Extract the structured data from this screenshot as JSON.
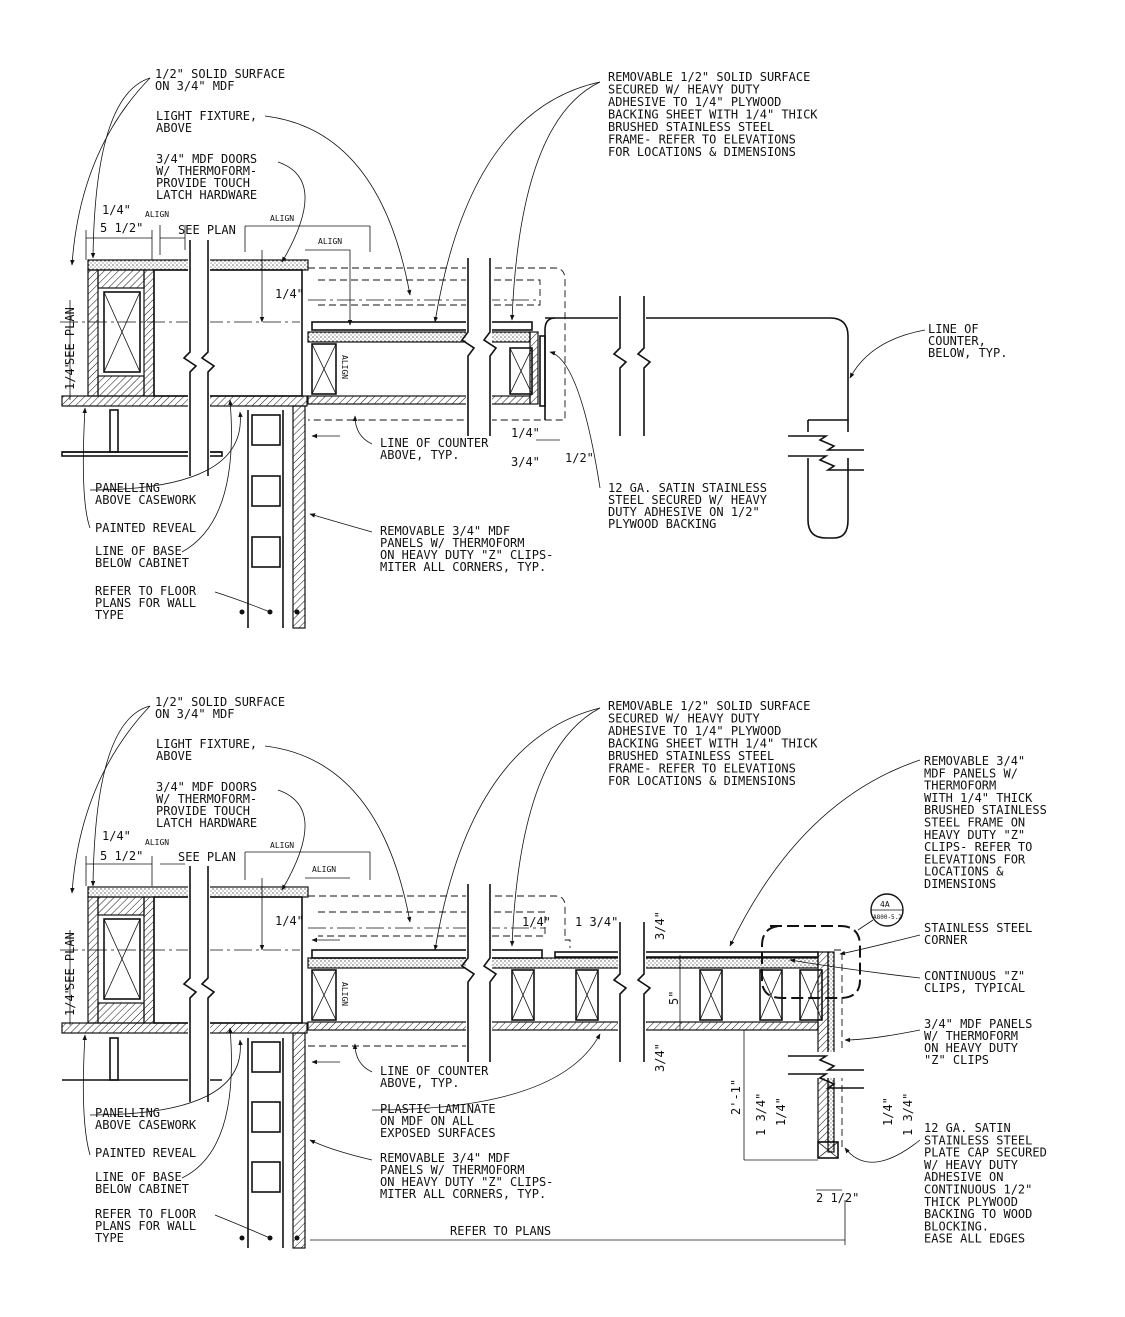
{
  "top_detail": {
    "labels": {
      "solid_surface": [
        "1/2\" SOLID SURFACE",
        "ON 3/4\" MDF"
      ],
      "light_fixture": [
        "LIGHT FIXTURE,",
        "ABOVE"
      ],
      "mdf_doors": [
        "3/4\" MDF DOORS",
        "W/ THERMOFORM-",
        "PROVIDE TOUCH",
        "LATCH HARDWARE"
      ],
      "removable_solid": [
        "REMOVABLE 1/2\" SOLID SURFACE",
        "SECURED W/ HEAVY DUTY",
        "ADHESIVE TO 1/4\" PLYWOOD",
        "BACKING SHEET WITH 1/4\" THICK",
        "BRUSHED STAINLESS STEEL",
        "FRAME- REFER TO ELEVATIONS",
        "FOR LOCATIONS & DIMENSIONS"
      ],
      "line_counter_below": [
        "LINE OF",
        "COUNTER,",
        "BELOW, TYP."
      ],
      "line_counter_above": [
        "LINE OF COUNTER",
        "ABOVE, TYP."
      ],
      "ss_12ga": [
        "12 GA. SATIN STAINLESS",
        "STEEL SECURED W/ HEAVY",
        "DUTY ADHESIVE ON 1/2\"",
        "PLYWOOD BACKING"
      ],
      "panelling": [
        "PANELLING",
        "ABOVE CASEWORK"
      ],
      "painted_reveal": [
        "PAINTED REVEAL"
      ],
      "line_base": [
        "LINE OF BASE",
        "BELOW CABINET"
      ],
      "removable_mdf": [
        "REMOVABLE 3/4\" MDF",
        "PANELS W/ THERMOFORM",
        "ON HEAVY DUTY \"Z\" CLIPS-",
        "MITER ALL CORNERS, TYP."
      ],
      "refer_floor": [
        "REFER TO FLOOR",
        "PLANS FOR WALL",
        "TYPE"
      ]
    },
    "dims": {
      "quarter": "1/4\"",
      "five_half": "5 1/2\"",
      "see_plan": "SEE PLAN",
      "align": "ALIGN",
      "see_plan_vertical": "SEE PLAN",
      "quarter_v": "1/4\"",
      "three_quarter": "3/4\"",
      "one_half": "1/2\""
    }
  },
  "bottom_detail": {
    "labels": {
      "solid_surface": [
        "1/2\" SOLID SURFACE",
        "ON 3/4\" MDF"
      ],
      "light_fixture": [
        "LIGHT FIXTURE,",
        "ABOVE"
      ],
      "mdf_doors": [
        "3/4\" MDF DOORS",
        "W/ THERMOFORM-",
        "PROVIDE TOUCH",
        "LATCH HARDWARE"
      ],
      "removable_solid": [
        "REMOVABLE 1/2\" SOLID SURFACE",
        "SECURED W/ HEAVY DUTY",
        "ADHESIVE TO 1/4\" PLYWOOD",
        "BACKING SHEET WITH 1/4\" THICK",
        "BRUSHED STAINLESS STEEL",
        "FRAME- REFER TO ELEVATIONS",
        "FOR LOCATIONS & DIMENSIONS"
      ],
      "removable_mdf_frame": [
        "REMOVABLE 3/4\"",
        "MDF PANELS W/",
        "THERMOFORM",
        "WITH 1/4\" THICK",
        "BRUSHED STAINLESS",
        "STEEL FRAME ON",
        "HEAVY DUTY \"Z\"",
        "CLIPS- REFER TO",
        "ELEVATIONS FOR",
        "LOCATIONS &",
        "DIMENSIONS"
      ],
      "ss_corner": [
        "STAINLESS STEEL",
        "CORNER"
      ],
      "z_clips": [
        "CONTINUOUS \"Z\"",
        "CLIPS, TYPICAL"
      ],
      "mdf_panels": [
        "3/4\" MDF PANELS",
        "W/ THERMOFORM",
        "ON HEAVY DUTY",
        "\"Z\" CLIPS"
      ],
      "ss_plate": [
        "12 GA. SATIN",
        "STAINLESS STEEL",
        "PLATE CAP SECURED",
        "W/ HEAVY DUTY",
        "ADHESIVE ON",
        "CONTINUOUS 1/2\"",
        "THICK PLYWOOD",
        "BACKING TO WOOD",
        "BLOCKING.",
        "EASE ALL EDGES"
      ],
      "line_counter_above": [
        "LINE OF COUNTER",
        "ABOVE, TYP."
      ],
      "plastic_laminate": [
        "PLASTIC LAMINATE",
        "ON MDF ON ALL",
        "EXPOSED SURFACES"
      ],
      "panelling": [
        "PANELLING",
        "ABOVE CASEWORK"
      ],
      "painted_reveal": [
        "PAINTED REVEAL"
      ],
      "line_base": [
        "LINE OF BASE",
        "BELOW CABINET"
      ],
      "removable_mdf": [
        "REMOVABLE 3/4\" MDF",
        "PANELS W/ THERMOFORM",
        "ON HEAVY DUTY \"Z\" CLIPS-",
        "MITER ALL CORNERS, TYP."
      ],
      "refer_floor": [
        "REFER TO FLOOR",
        "PLANS FOR WALL",
        "TYPE"
      ],
      "refer_plans": "REFER TO PLANS"
    },
    "dims": {
      "quarter": "1/4\"",
      "five_half": "5 1/2\"",
      "see_plan": "SEE PLAN",
      "align": "ALIGN",
      "one_three_quarter": "1 3/4\"",
      "three_quarter": "3/4\"",
      "five": "5\"",
      "two_one": "2'-1\"",
      "two_half": "2 1/2\""
    },
    "callout": {
      "number": "4A",
      "sheet": "A800-5.2"
    }
  }
}
